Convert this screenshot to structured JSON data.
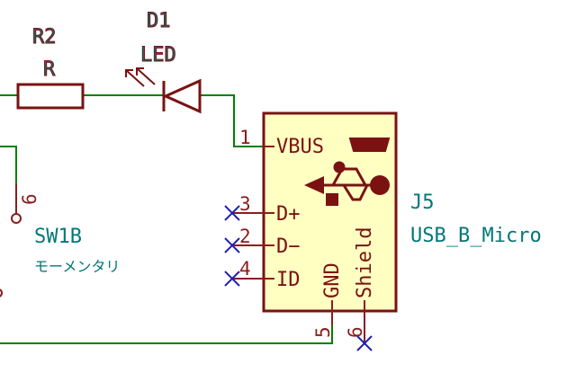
{
  "colors": {
    "wire": "#008000",
    "body_stroke": "#7a1212",
    "body_fill": "#ffffc2",
    "text_ref": "#007878",
    "pin_name": "#7a1212",
    "pin_number": "#8c1d1d",
    "no_connect": "#1f1fb0"
  },
  "components": {
    "r2": {
      "ref": "R2",
      "value": "R"
    },
    "d1": {
      "ref": "D1",
      "value": "LED"
    },
    "j5": {
      "ref": "J5",
      "value": "USB_B_Micro"
    },
    "sw1b": {
      "ref": "SW1B",
      "value": "モーメンタリ",
      "pin_number": "6"
    }
  },
  "j5_pins": {
    "vbus": {
      "number": "1",
      "name": "VBUS"
    },
    "dplus": {
      "number": "3",
      "name": "D+"
    },
    "dminus": {
      "number": "2",
      "name": "D−"
    },
    "id": {
      "number": "4",
      "name": "ID"
    },
    "gnd": {
      "number": "5",
      "name": "GND"
    },
    "shield": {
      "number": "6",
      "name": "Shield"
    }
  },
  "icons": [
    "usb-symbol-icon",
    "usb-micro-receptacle-icon",
    "led-emission-arrows-icon",
    "no-connect-x-icon"
  ]
}
